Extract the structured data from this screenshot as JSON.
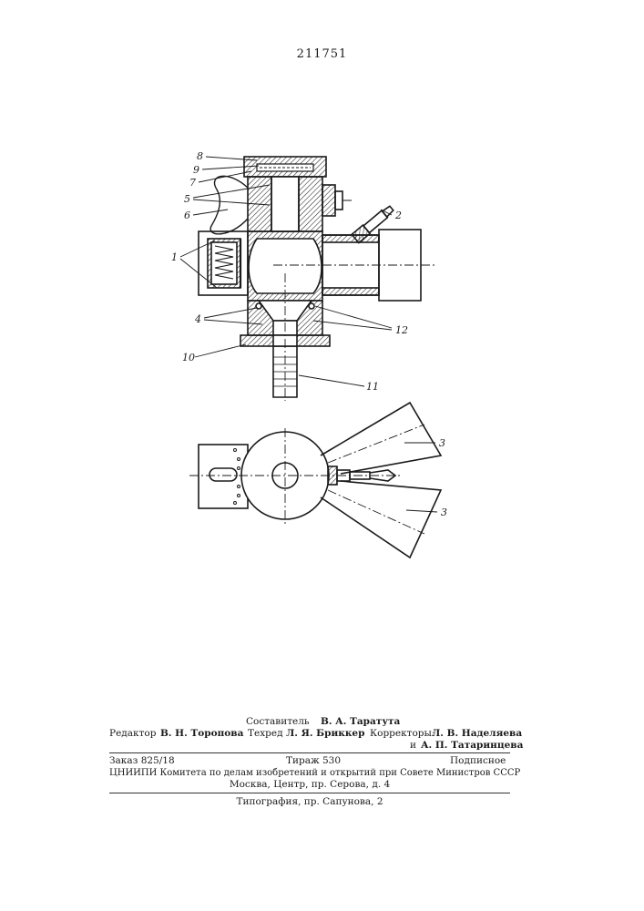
{
  "header": {
    "patent_number": "211751"
  },
  "drawing": {
    "labels": {
      "l8": "8",
      "l9": "9",
      "l7": "7",
      "l5": "5",
      "l6": "6",
      "l2": "2",
      "l1": "1",
      "l4": "4",
      "l12": "12",
      "l10": "10",
      "l11": "11",
      "l3a": "3",
      "l3b": "3"
    }
  },
  "colophon": {
    "compiler_label": "Составитель",
    "compiler_name": "В. А. Таратута",
    "editor_label": "Редактор",
    "editor_name": "В. Н. Торопова",
    "techred_label": "Техред",
    "techred_name": "Л. Я. Бриккер",
    "correctors_label": "Корректоры:",
    "corrector1": "Л. В. Наделяева",
    "corrector2_prefix": "и",
    "corrector2": "А. П. Татаринцева",
    "order": "Заказ 825/18",
    "circulation": "Тираж 530",
    "subscription": "Подписное",
    "publisher_line1": "ЦНИИПИ Комитета по делам изобретений и открытий при Совете Министров СССР",
    "publisher_line2": "Москва, Центр, пр. Серова, д. 4",
    "printer": "Типография, пр. Сапунова, 2"
  }
}
